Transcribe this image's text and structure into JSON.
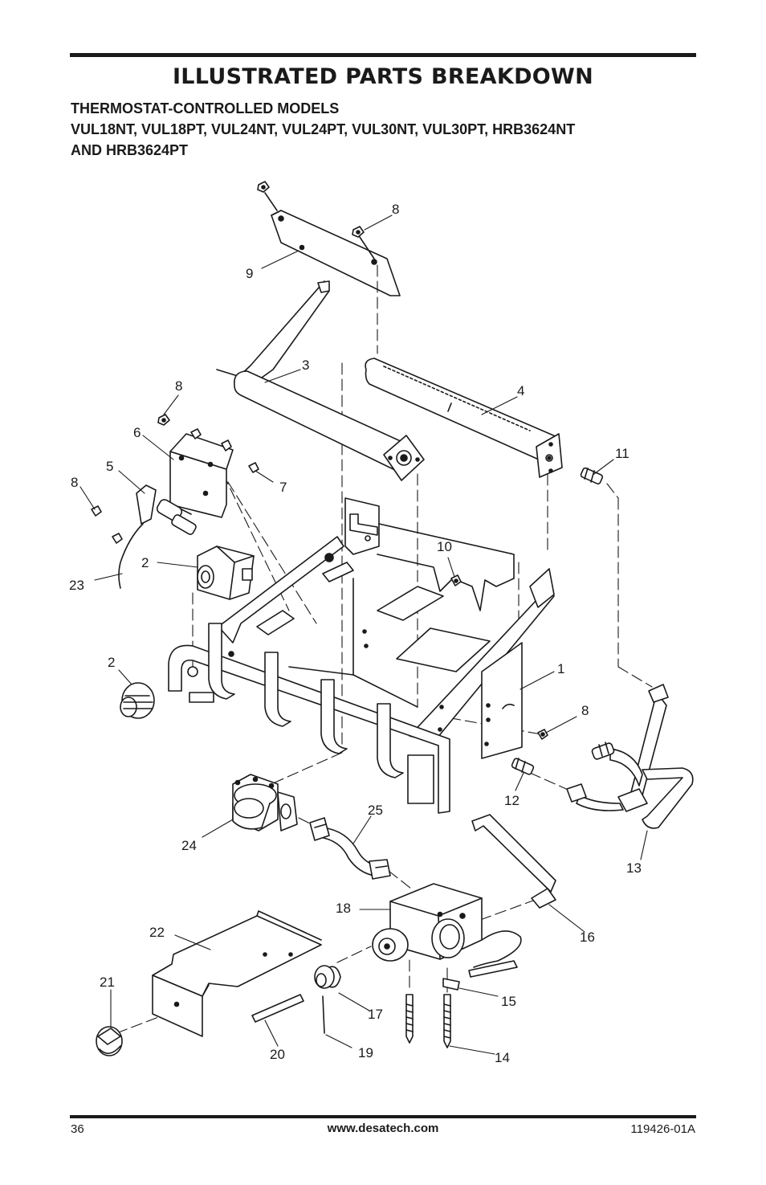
{
  "header": {
    "title": "ILLUSTRATED PARTS BREAKDOWN",
    "subtitle_line1": "THERMOSTAT-CONTROLLED MODELS",
    "subtitle_line2": "VUL18NT, VUL18PT, VUL24NT, VUL24PT, VUL30NT, VUL30PT, HRB3624NT",
    "subtitle_line3": "AND HRB3624PT"
  },
  "callouts": {
    "c1": "1",
    "c2a": "2",
    "c2b": "2",
    "c3": "3",
    "c4": "4",
    "c5": "5",
    "c6": "6",
    "c7": "7",
    "c8a": "8",
    "c8b": "8",
    "c8c": "8",
    "c8d": "8",
    "c9": "9",
    "c10": "10",
    "c11": "11",
    "c12": "12",
    "c13": "13",
    "c14": "14",
    "c15": "15",
    "c16": "16",
    "c17": "17",
    "c18": "18",
    "c19": "19",
    "c20": "20",
    "c21": "21",
    "c22": "22",
    "c23": "23",
    "c24": "24",
    "c25": "25"
  },
  "footer": {
    "page_number": "36",
    "website": "www.desatech.com",
    "doc_number": "119426-01A"
  }
}
